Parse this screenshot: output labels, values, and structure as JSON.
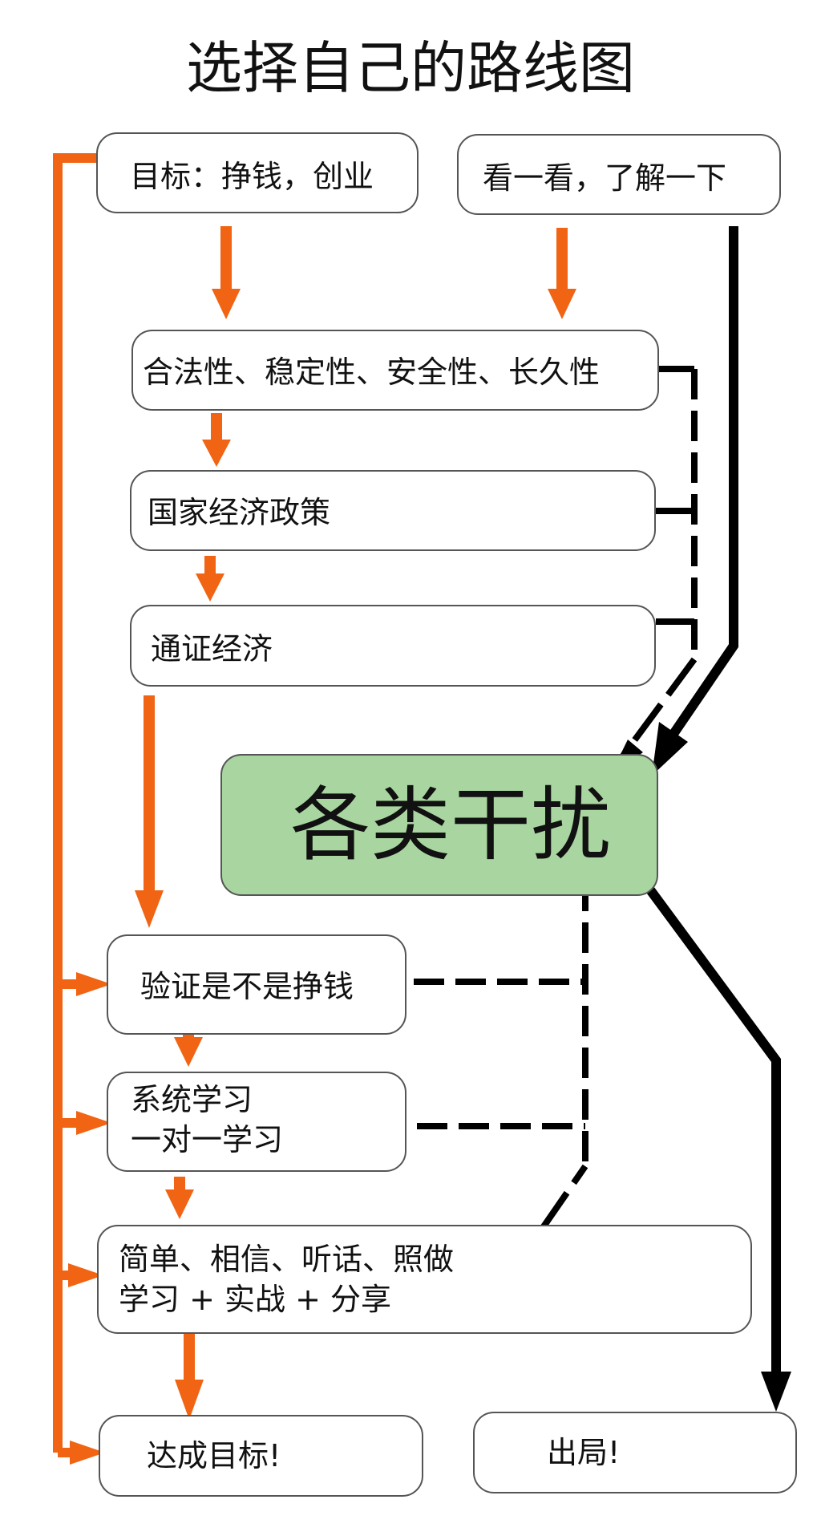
{
  "title": "选择自己的路线图",
  "boxes": {
    "goal": "目标：挣钱，创业",
    "browse": "看一看，了解一下",
    "criteria": "合法性、稳定性、安全性、长久性",
    "policy": "国家经济政策",
    "economy": "通证经济",
    "interference": "各类干扰",
    "verify": "验证是不是挣钱",
    "study_line1": "系统学习",
    "study_line2": "一对一学习",
    "practice_line1": "简单、相信、听话、照做",
    "practice_line2": "学习 + 实战 + 分享",
    "achieve": "达成目标!",
    "out": "出局!"
  },
  "colors": {
    "arrow_orange": "#f06414",
    "arrow_black": "#000000",
    "interference_fill": "#a8d5a0",
    "box_border": "#555555"
  }
}
